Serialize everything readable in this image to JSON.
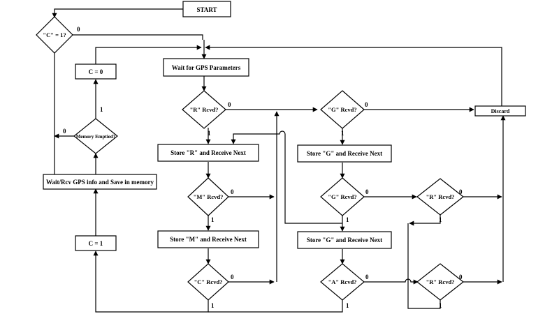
{
  "nodes": {
    "start": "START",
    "c_check": "\"C\" = 1?",
    "c_zero": "C = 0",
    "memory_emptied": "Memory Emptied?",
    "wait_rcv_save": "Wait/Rcv GPS info and Save in memory",
    "c_one": "C = 1",
    "wait_gps": "Wait for GPS Parameters",
    "r_rcvd": "\"R\" Rcvd?",
    "store_r": "Store \"R\" and Receive Next",
    "m_rcvd": "\"M\" Rcvd?",
    "store_m": "Store \"M\" and Receive Next",
    "c_rcvd": "\"C\" Rcvd?",
    "g_rcvd_top": "\"G\" Rcvd?",
    "discard": "Discard",
    "store_g1": "Store \"G\" and Receive Next",
    "g_rcvd_mid": "\"G\" Rcvd?",
    "r_rcvd_mid": "\"R\" Rcvd?",
    "store_g2": "Store \"G\" and Receive Next",
    "a_rcvd": "\"A\" Rcvd?",
    "r_rcvd_bot": "\"R\" Rcvd?"
  },
  "edge_labels": {
    "c_check_no": "0",
    "mem_no": "0",
    "mem_yes": "1",
    "r_top_no": "0",
    "r_top_yes": "1",
    "m_no": "0",
    "m_yes": "1",
    "c_no": "0",
    "c_yes": "1",
    "g_top_no": "0",
    "g_top_yes": "1",
    "g_mid_no": "0",
    "g_mid_yes": "1",
    "r_mid_no": "0",
    "r_mid_yes": "1",
    "a_no": "0",
    "a_yes": "1",
    "r_bot_no": "0",
    "r_bot_yes": "1"
  },
  "colors": {
    "stroke": "#000000",
    "fill": "#ffffff",
    "text": "#000000"
  }
}
